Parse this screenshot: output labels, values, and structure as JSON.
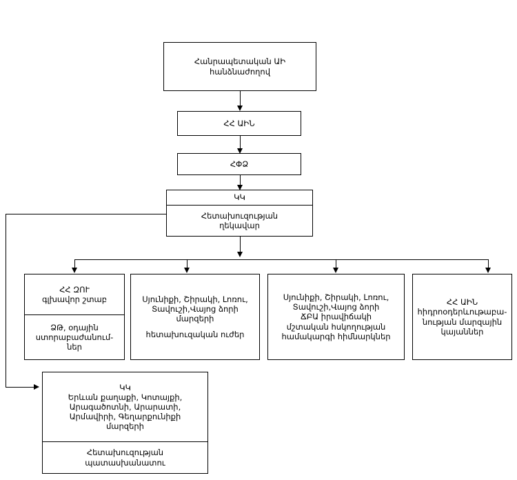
{
  "diagram": {
    "type": "flowchart",
    "title_present": false,
    "language": "hy",
    "colors": {
      "background": "#ffffff",
      "border": "#000000",
      "text": "#000000"
    },
    "nodes": {
      "republican_commission": {
        "id": "n1",
        "lines": [
          "Հանրապետական ԱԻ",
          "հանձնաժողով"
        ]
      },
      "hh_ain": {
        "id": "n2",
        "lines": [
          "ՀՀ ԱԻՆ"
        ]
      },
      "hpdz": {
        "id": "n3",
        "lines": [
          "ՀՓՁ"
        ]
      },
      "kk_head": {
        "id": "n4",
        "header": [
          "ԿԿ"
        ],
        "body": [
          "Հետախուզության",
          "ղեկավար"
        ]
      },
      "general_staff": {
        "id": "n5",
        "header": [
          "ՀՀ ԶՈՒ",
          "գլխավոր շտաբ"
        ],
        "body": [
          "ՁԹ, օդային",
          "ստորաբաժանում-",
          "ներ"
        ]
      },
      "regional_recon_forces": {
        "id": "n6",
        "lines": [
          "Սյունիքի, Շիրակի, Լոռու,",
          "Տավուշի,Վայոց ձորի",
          "մարզերի",
          "հետախուզական ուժեր"
        ]
      },
      "monitoring_institutions": {
        "id": "n7",
        "lines": [
          "Սյունիքի, Շիրակի, Լոռու,",
          "Տավուշի,Վայոց ձորի",
          "ՃԲԱ իրավիճակի",
          "մշտական հսկողության",
          "համակարգի հիմնարկներ"
        ]
      },
      "hydromet_stations": {
        "id": "n8",
        "lines": [
          "ՀՀ ԱԻՆ",
          "հիդրոօդերևութաբա-",
          "նության մարզային",
          "կայաններ"
        ]
      },
      "kk_regions": {
        "id": "n9",
        "header": [
          "ԿԿ",
          "Երևան քաղաքի, Կոտայքի,",
          "Արագածոտնի, Արարատի,",
          "Արմավիրի, Գեղարքունիքի",
          "մարզերի"
        ],
        "body": [
          "Հետախուզության",
          "պատասխանատու"
        ]
      }
    },
    "connectors": [
      {
        "name": "commission-to-ain",
        "from": "republican_commission",
        "to": "hh_ain",
        "arrow": "down"
      },
      {
        "name": "ain-to-hpdz",
        "from": "hh_ain",
        "to": "hpdz",
        "arrow": "down"
      },
      {
        "name": "hpdz-to-kk",
        "from": "hpdz",
        "to": "kk_head",
        "arrow": "down"
      },
      {
        "name": "kk-to-bus",
        "from": "kk_head",
        "to": "distribution-bus",
        "arrow": "down"
      },
      {
        "name": "bus-to-general-staff",
        "from": "distribution-bus",
        "to": "general_staff",
        "arrow": "down"
      },
      {
        "name": "bus-to-recon-forces",
        "from": "distribution-bus",
        "to": "regional_recon_forces",
        "arrow": "down"
      },
      {
        "name": "bus-to-monitoring",
        "from": "distribution-bus",
        "to": "monitoring_institutions",
        "arrow": "down"
      },
      {
        "name": "bus-to-hydromet",
        "from": "distribution-bus",
        "to": "hydromet_stations",
        "arrow": "down"
      },
      {
        "name": "kk-feedback-to-regions",
        "from": "kk_head",
        "to": "kk_regions",
        "arrow": "right"
      }
    ]
  }
}
